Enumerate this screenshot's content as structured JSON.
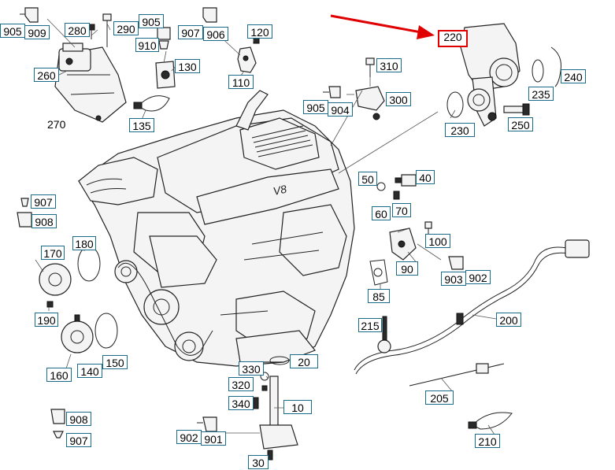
{
  "diagram": {
    "highlight_color": "#e00000",
    "callout_border_color": "#1a6a8a",
    "highlighted_callout": "220",
    "callouts": {
      "c905a": "905",
      "c909": "909",
      "c280": "280",
      "c290": "290",
      "c905b": "905",
      "c910": "910",
      "c130": "130",
      "c907a": "907",
      "c906": "906",
      "c120": "120",
      "c110": "110",
      "c220": "220",
      "c240": "240",
      "c235": "235",
      "c250": "250",
      "c230": "230",
      "c310": "310",
      "c905c": "905",
      "c904": "904",
      "c300": "300",
      "c260": "260",
      "c135": "135",
      "c50": "50",
      "c40": "40",
      "c60": "60",
      "c70": "70",
      "c907b": "907",
      "c908a": "908",
      "c180": "180",
      "c170": "170",
      "c190": "190",
      "c100": "100",
      "c90": "90",
      "c903": "903",
      "c902a": "902",
      "c85": "85",
      "c200": "200",
      "c215": "215",
      "c150": "150",
      "c140": "140",
      "c160": "160",
      "c330": "330",
      "c20": "20",
      "c320": "320",
      "c340": "340",
      "c10": "10",
      "c205": "205",
      "c908b": "908",
      "c907c": "907",
      "c902b": "902",
      "c901": "901",
      "c210": "210",
      "c30": "30"
    },
    "plain_labels": {
      "l270": "270"
    },
    "engine_badge": "V8"
  }
}
